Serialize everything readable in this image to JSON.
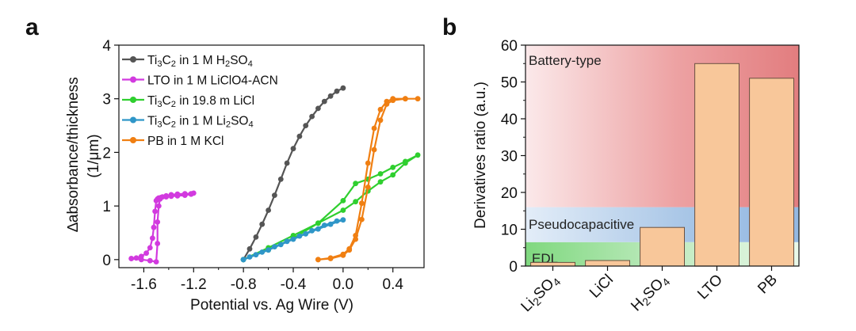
{
  "colors": {
    "ti3c2_h2so4": "#555555",
    "lto": "#d23adf",
    "ti3c2_licl": "#2fcf2f",
    "ti3c2_li2so4": "#2f96c8",
    "pb": "#f07f12",
    "bar_fill": "#f8c79a",
    "battery_region": "#e57f82",
    "pseudo_region": "#9ebfe3",
    "edl_region": "#b8e8b8"
  },
  "chart_data": [
    {
      "panel": "a",
      "type": "line",
      "xlabel": "Potential vs. Ag Wire (V)",
      "ylabel_line1": "∆absorbance/thickness",
      "ylabel_line2": "(1/μm)",
      "xlim": [
        -1.8,
        0.65
      ],
      "ylim": [
        -0.15,
        4.0
      ],
      "xticks": [
        -1.6,
        -1.2,
        -0.8,
        -0.4,
        0.0,
        0.4
      ],
      "xtick_labels": [
        "-1.6",
        "-1.2",
        "-0.8",
        "-0.4",
        "0.0",
        "0.4"
      ],
      "yticks": [
        0,
        1,
        2,
        3,
        4
      ],
      "ytick_labels": [
        "0",
        "1",
        "2",
        "3",
        "4"
      ],
      "legend_placement": "upper-left",
      "legend": [
        {
          "key": "ti3c2_h2so4",
          "parts": [
            [
              "Ti",
              ""
            ],
            [
              "3",
              "sub"
            ],
            [
              "C",
              ""
            ],
            [
              "2",
              "sub"
            ],
            [
              " in 1 M H",
              ""
            ],
            [
              "2",
              "sub"
            ],
            [
              "SO",
              ""
            ],
            [
              "4",
              "sub"
            ]
          ]
        },
        {
          "key": "lto",
          "parts": [
            [
              "LTO in 1 M LiClO4-ACN",
              ""
            ]
          ]
        },
        {
          "key": "ti3c2_licl",
          "parts": [
            [
              "Ti",
              ""
            ],
            [
              "3",
              "sub"
            ],
            [
              "C",
              ""
            ],
            [
              "2",
              "sub"
            ],
            [
              " in 19.8 m LiCl",
              ""
            ]
          ]
        },
        {
          "key": "ti3c2_li2so4",
          "parts": [
            [
              "Ti",
              ""
            ],
            [
              "3",
              "sub"
            ],
            [
              "C",
              ""
            ],
            [
              "2",
              "sub"
            ],
            [
              " in 1 M Li",
              ""
            ],
            [
              "2",
              "sub"
            ],
            [
              "SO",
              ""
            ],
            [
              "4",
              "sub"
            ]
          ]
        },
        {
          "key": "pb",
          "parts": [
            [
              "PB in 1 M KCl",
              ""
            ]
          ]
        }
      ],
      "series": [
        {
          "key": "ti3c2_h2so4",
          "x": [
            -0.8,
            -0.75,
            -0.7,
            -0.65,
            -0.6,
            -0.55,
            -0.5,
            -0.45,
            -0.4,
            -0.35,
            -0.3,
            -0.25,
            -0.2,
            -0.15,
            -0.1,
            -0.05,
            0.0
          ],
          "y": [
            0.0,
            0.2,
            0.42,
            0.66,
            0.92,
            1.2,
            1.5,
            1.8,
            2.07,
            2.3,
            2.5,
            2.67,
            2.82,
            2.95,
            3.05,
            3.14,
            3.2
          ]
        },
        {
          "key": "lto",
          "x": [
            -1.7,
            -1.62,
            -1.55,
            -1.5,
            -1.49,
            -1.49,
            -1.48,
            -1.47,
            -1.45,
            -1.42,
            -1.38,
            -1.33,
            -1.27,
            -1.22,
            -1.2,
            -1.22,
            -1.27,
            -1.33,
            -1.38,
            -1.42,
            -1.46,
            -1.48,
            -1.49,
            -1.5,
            -1.51,
            -1.52,
            -1.53,
            -1.55,
            -1.58,
            -1.62,
            -1.66,
            -1.7
          ],
          "y": [
            0.02,
            0.0,
            -0.02,
            -0.04,
            0.3,
            0.7,
            1.0,
            1.13,
            1.17,
            1.19,
            1.21,
            1.22,
            1.23,
            1.23,
            1.24,
            1.22,
            1.2,
            1.19,
            1.18,
            1.17,
            1.16,
            1.15,
            1.13,
            1.1,
            0.9,
            0.6,
            0.4,
            0.22,
            0.12,
            0.06,
            0.03,
            0.02
          ]
        },
        {
          "key": "ti3c2_licl",
          "x": [
            -0.8,
            -0.6,
            -0.4,
            -0.2,
            0.0,
            0.1,
            0.2,
            0.3,
            0.4,
            0.5,
            0.6,
            0.5,
            0.4,
            0.3,
            0.2,
            0.1,
            0.0,
            -0.2,
            -0.4,
            -0.6,
            -0.8
          ],
          "y": [
            0.0,
            0.22,
            0.45,
            0.68,
            0.92,
            1.08,
            1.28,
            1.45,
            1.58,
            1.8,
            1.95,
            1.83,
            1.72,
            1.6,
            1.5,
            1.42,
            1.1,
            0.68,
            0.4,
            0.18,
            0.0
          ]
        },
        {
          "key": "ti3c2_li2so4",
          "x": [
            -0.8,
            -0.7,
            -0.6,
            -0.5,
            -0.4,
            -0.3,
            -0.2,
            -0.1,
            0.0,
            -0.05,
            -0.15,
            -0.25,
            -0.35,
            -0.45,
            -0.55,
            -0.65,
            -0.75,
            -0.8
          ],
          "y": [
            0.0,
            0.09,
            0.18,
            0.28,
            0.38,
            0.48,
            0.57,
            0.66,
            0.74,
            0.72,
            0.64,
            0.54,
            0.44,
            0.34,
            0.24,
            0.14,
            0.05,
            0.0
          ]
        },
        {
          "key": "pb",
          "x": [
            -0.2,
            -0.1,
            0.0,
            0.05,
            0.1,
            0.15,
            0.2,
            0.25,
            0.3,
            0.35,
            0.4,
            0.5,
            0.6,
            0.5,
            0.4,
            0.35,
            0.3,
            0.25,
            0.2,
            0.15,
            0.1,
            0.05,
            0.0,
            -0.1,
            -0.2
          ],
          "y": [
            0.0,
            0.02,
            0.08,
            0.18,
            0.38,
            0.75,
            1.35,
            2.05,
            2.6,
            2.9,
            2.97,
            3.0,
            3.0,
            3.0,
            3.0,
            2.95,
            2.8,
            2.45,
            1.8,
            1.05,
            0.45,
            0.2,
            0.1,
            0.03,
            0.0
          ]
        }
      ]
    },
    {
      "panel": "b",
      "type": "bar",
      "ylabel": "Derivatives ratio (a.u.)",
      "ylim": [
        0,
        60
      ],
      "yticks": [
        0,
        10,
        20,
        30,
        40,
        50,
        60
      ],
      "ytick_labels": [
        "0",
        "10",
        "20",
        "30",
        "40",
        "50",
        "60"
      ],
      "categories": [
        {
          "parts": [
            [
              "Li",
              ""
            ],
            [
              "2",
              "sub"
            ],
            [
              "SO",
              ""
            ],
            [
              "4",
              "sub"
            ]
          ]
        },
        {
          "parts": [
            [
              "LiCl",
              ""
            ]
          ]
        },
        {
          "parts": [
            [
              "H",
              ""
            ],
            [
              "2",
              "sub"
            ],
            [
              "SO",
              ""
            ],
            [
              "4",
              "sub"
            ]
          ]
        },
        {
          "parts": [
            [
              "LTO",
              ""
            ]
          ]
        },
        {
          "parts": [
            [
              "PB",
              ""
            ]
          ]
        }
      ],
      "values": [
        1.0,
        1.5,
        10.5,
        55.0,
        51.0
      ],
      "regions": [
        {
          "label": "EDL",
          "from": 0,
          "to": 6.5
        },
        {
          "label": "Pseudocapacitive",
          "from": 6.5,
          "to": 16
        },
        {
          "label": "Battery-type",
          "from": 16,
          "to": 60
        }
      ]
    }
  ],
  "panel_labels": {
    "a": "a",
    "b": "b"
  }
}
